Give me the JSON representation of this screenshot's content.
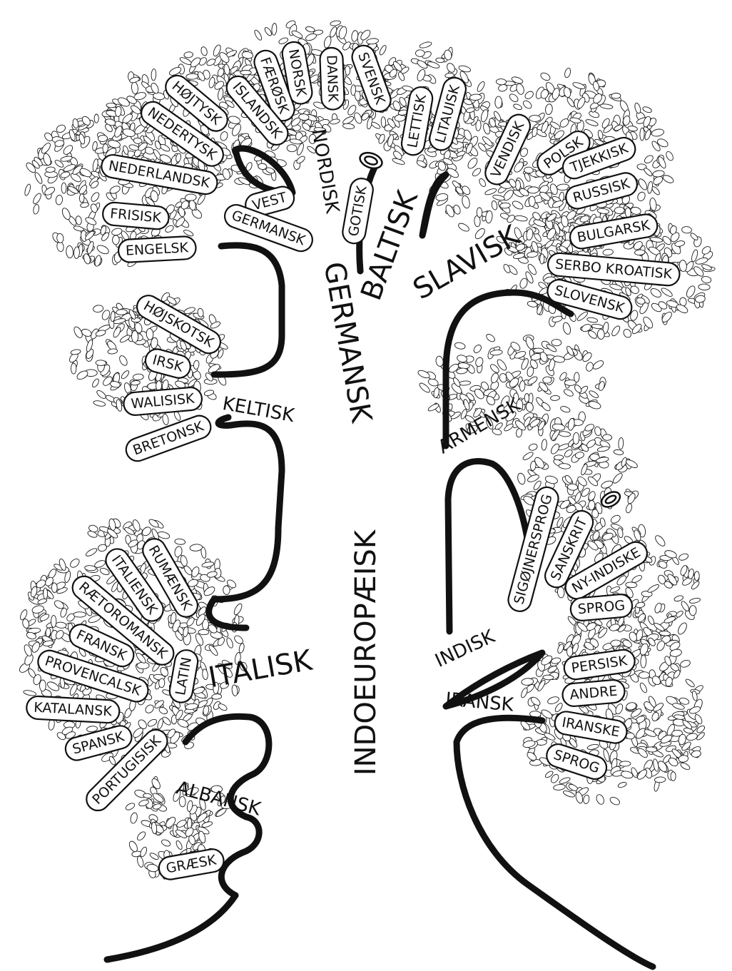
{
  "root": "INDOEUROPÆISK",
  "branches": {
    "germansk": "GERMANSK",
    "nordisk": "NORDISK",
    "vest_germansk_1": "VEST",
    "vest_germansk_2": "GERMANSK",
    "gotisk": "GOTISK",
    "baltisk": "BALTISK",
    "slavisk": "SLAVISK",
    "keltisk": "KELTISK",
    "italisk": "ITALISK",
    "latin": "LATIN",
    "armensk": "ARMENSK",
    "indisk": "INDISK",
    "iransk": "IRANSK",
    "albansk": "ALBANSK",
    "graesk": "GRÆSK"
  },
  "languages": {
    "dansk": "DANSK",
    "svensk": "SVENSK",
    "norsk": "NORSK",
    "faerosk": "FÆRØSK",
    "islandsk": "ISLANDSK",
    "hojtysk": "HØJTYSK",
    "nedertysk": "NEDERTYSK",
    "nederlandsk": "NEDERLANDSK",
    "frisisk": "FRISISK",
    "engelsk": "ENGELSK",
    "lettisk": "LETTISK",
    "litauisk": "LITAUISK",
    "vendisk": "VENDISK",
    "polsk": "POLSK",
    "tjekkisk": "TJEKKISK",
    "russisk": "RUSSISK",
    "bulgarsk": "BULGARSK",
    "serbo_kroatisk": "SERBO KROATISK",
    "slovensk": "SLOVENSK",
    "hojskotsk": "HØJSKOTSK",
    "irsk": "IRSK",
    "walisisk": "WALISISK",
    "bretonsk": "BRETONSK",
    "rumaensk": "RUMÆNSK",
    "italiensk": "ITALIENSK",
    "raetoromansk": "RÆTOROMANSK",
    "fransk": "FRANSK",
    "provencalsk": "PROVENCALSK",
    "katalansk": "KATALANSK",
    "spansk": "SPANSK",
    "portugisisk": "PORTUGISISK",
    "sigojnersprog": "SIGØJNERSPROG",
    "sanskrit": "SANSKRIT",
    "ny_indiske": "NY-INDISKE",
    "sprog_indisk": "SPROG",
    "persisk": "PERSISK",
    "andre": "ANDRE",
    "iranske": "IRANSKE",
    "sprog_iransk": "SPROG"
  }
}
